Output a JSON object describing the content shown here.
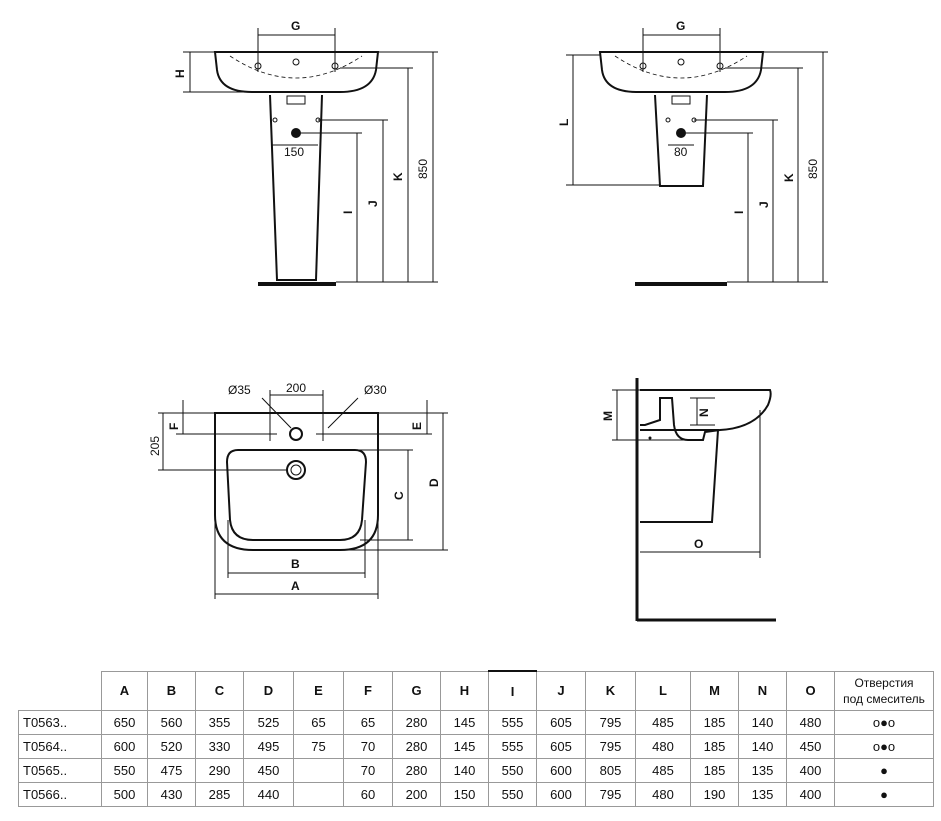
{
  "drawings": {
    "front_pedestal": {
      "labels": {
        "G": "G",
        "H": "H",
        "d150": "150",
        "I": "I",
        "J": "J",
        "K": "K",
        "h850": "850"
      }
    },
    "front_semipedestal": {
      "labels": {
        "G": "G",
        "L": "L",
        "d80": "80",
        "I": "I",
        "J": "J",
        "K": "K",
        "h850": "850"
      }
    },
    "plan": {
      "labels": {
        "d35": "Ø35",
        "d200": "200",
        "d30": "Ø30",
        "F": "F",
        "d205": "205",
        "E": "E",
        "C": "C",
        "D": "D",
        "B": "B",
        "A": "A"
      }
    },
    "side": {
      "labels": {
        "M": "M",
        "N": "N",
        "O": "O"
      }
    }
  },
  "table": {
    "headers": [
      "A",
      "B",
      "C",
      "D",
      "E",
      "F",
      "G",
      "H",
      "I",
      "J",
      "K",
      "L",
      "M",
      "N",
      "O"
    ],
    "last_header": [
      "Отверстия",
      "под смеситель"
    ],
    "rows": [
      {
        "model": "T0563..",
        "values": [
          "650",
          "560",
          "355",
          "525",
          "65",
          "65",
          "280",
          "145",
          "555",
          "605",
          "795",
          "485",
          "185",
          "140",
          "480"
        ],
        "holes": "o●o"
      },
      {
        "model": "T0564..",
        "values": [
          "600",
          "520",
          "330",
          "495",
          "75",
          "70",
          "280",
          "145",
          "555",
          "605",
          "795",
          "480",
          "185",
          "140",
          "450"
        ],
        "holes": "o●o"
      },
      {
        "model": "T0565..",
        "values": [
          "550",
          "475",
          "290",
          "450",
          "",
          "70",
          "280",
          "140",
          "550",
          "600",
          "805",
          "485",
          "185",
          "135",
          "400"
        ],
        "holes": "●"
      },
      {
        "model": "T0566..",
        "values": [
          "500",
          "430",
          "285",
          "440",
          "",
          "60",
          "200",
          "150",
          "550",
          "600",
          "795",
          "480",
          "190",
          "135",
          "400"
        ],
        "holes": "●"
      }
    ]
  }
}
